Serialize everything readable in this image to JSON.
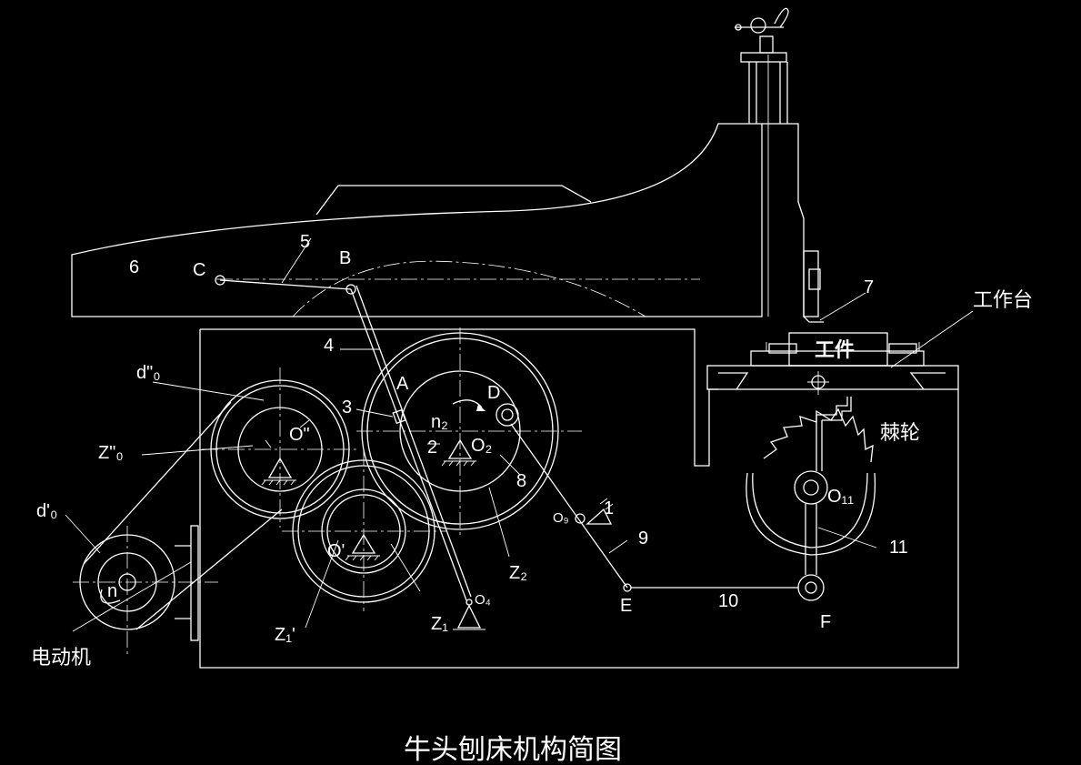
{
  "title": "牛头刨床机构简图",
  "labels": {
    "motor": "电动机",
    "worktable": "工作台",
    "workpiece": "工件",
    "ratchet": "棘轮",
    "d0pp": "d\"₀",
    "z0pp": "Z\"₀",
    "d0p": "d'₀",
    "o_pp": "O\"",
    "o_p": "O'",
    "o2": "O₂",
    "o4": "O₄",
    "o9": "O₉",
    "o11": "O₁₁",
    "n2": "n₂",
    "n": "n",
    "z1": "Z₁",
    "z1p": "Z₁'",
    "z2": "Z₂",
    "A": "A",
    "B": "B",
    "C": "C",
    "D": "D",
    "E": "E",
    "F": "F",
    "n1": "1",
    "n2num": "2",
    "n3": "3",
    "n4": "4",
    "n5": "5",
    "n6": "6",
    "n7": "7",
    "n8": "8",
    "n9": "9",
    "n10": "10",
    "n11": "11"
  },
  "colors": {
    "background": "#000000",
    "line": "#ffffff"
  }
}
